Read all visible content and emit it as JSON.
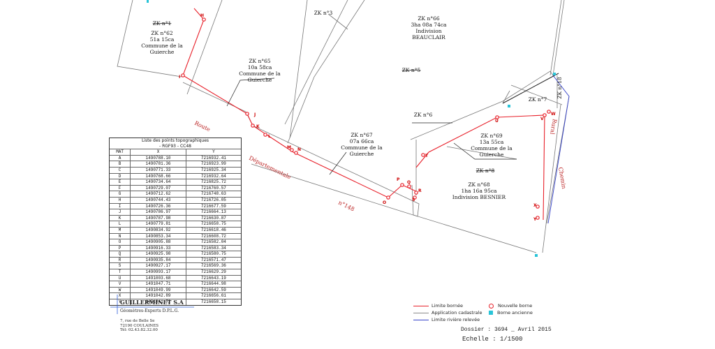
{
  "parcels": [
    {
      "id": "zk62",
      "name": "ZK n°62",
      "area": "51a 15ca",
      "owner_line1": "Commune de la",
      "owner_line2": "Guierche"
    },
    {
      "id": "zk65",
      "name": "ZK n°65",
      "area": "10a 58ca",
      "owner_line1": "Commune de la",
      "owner_line2": "Guierche"
    },
    {
      "id": "zk66",
      "name": "ZK n°66",
      "area": "3ha 08a 74ca",
      "owner_line1": "Indivision",
      "owner_line2": "BEAUCLAIR"
    },
    {
      "id": "zk67",
      "name": "ZK n°67",
      "area": "07a 66ca",
      "owner_line1": "Commune de la",
      "owner_line2": "Guierche"
    },
    {
      "id": "zk69",
      "name": "ZK n°69",
      "area": "13a 55ca",
      "owner_line1": "Commune de la",
      "owner_line2": "Guierche"
    },
    {
      "id": "zk68",
      "name": "ZK n°68",
      "area": "1ha 16a 95ca",
      "owner_line1": "Indivision BESNIER",
      "owner_line2": ""
    }
  ],
  "simple_labels": {
    "zk1": "ZK n°1",
    "zk3": "ZK n°3",
    "zk5": "ZK n°5",
    "zk6": "ZK n°6",
    "zk7": "ZK n°7",
    "zk8": "ZK n°8",
    "zk18": "ZK n°18"
  },
  "road_labels": {
    "route": "Route",
    "departementale": "Départementale",
    "number": "n°148",
    "chemin": "Chemin",
    "rural": "Rural"
  },
  "point_letters": [
    "H",
    "I",
    "J",
    "K",
    "L",
    "M",
    "N",
    "O",
    "P",
    "Q",
    "R",
    "S",
    "T",
    "U",
    "V",
    "W",
    "X",
    "Y"
  ],
  "points_table": {
    "title": "Liste des points topographiques",
    "subtitle": "- RGF93 - CC48",
    "headers": [
      "MAT",
      "X",
      "Y"
    ],
    "rows": [
      [
        "A",
        "1490788.10",
        "7216932.41"
      ],
      [
        "B",
        "1490781.36",
        "7216923.99"
      ],
      [
        "C",
        "1490771.33",
        "7216925.34"
      ],
      [
        "D",
        "1490768.66",
        "7216932.64"
      ],
      [
        "E",
        "1490734.64",
        "7216825.72"
      ],
      [
        "F",
        "1490729.07",
        "7216760.57"
      ],
      [
        "G",
        "1490712.62",
        "7216748.63"
      ],
      [
        "H",
        "1490744.43",
        "7216726.05"
      ],
      [
        "I",
        "1490726.36",
        "7216677.59"
      ],
      [
        "J",
        "1490786.97",
        "7216664.13"
      ],
      [
        "K",
        "1490787.98",
        "7216630.87"
      ],
      [
        "L",
        "1490779.81",
        "7216658.75"
      ],
      [
        "M",
        "1490834.92",
        "7216618.46"
      ],
      [
        "N",
        "1490853.34",
        "7216608.72"
      ],
      [
        "O",
        "1490905.88",
        "7216582.04"
      ],
      [
        "P",
        "1490916.33",
        "7216583.34"
      ],
      [
        "Q",
        "1490925.98",
        "7216580.75"
      ],
      [
        "R",
        "1490935.84",
        "7216571.47"
      ],
      [
        "S",
        "1490927.17",
        "7216569.36"
      ],
      [
        "T",
        "1490993.17",
        "7216629.29"
      ],
      [
        "U",
        "1491003.68",
        "7216643.19"
      ],
      [
        "V",
        "1491047.71",
        "7216644.98"
      ],
      [
        "W",
        "1491049.99",
        "7216642.59"
      ],
      [
        "X",
        "1491042.89",
        "7216656.61"
      ],
      [
        "Y",
        "1491041.72",
        "7216658.15"
      ]
    ]
  },
  "company": {
    "name": "GUILLERMINET S.A",
    "title": "Géomètres-Experts D.P.L.G.",
    "address1": "7, rue de Belle Se",
    "address2": "72190 COULAINES",
    "phone": "Tél:  02.43.82.32.00"
  },
  "legend": {
    "limite_bornee": "Limite bornée",
    "application_cadastrale": "Application cadastrale",
    "limite_riviere": "Limite rivière relevée",
    "nouvelle_borne": "Nouvelle borne",
    "borne_ancienne": "Borne ancienne"
  },
  "dossier": "Dossier  :  3694 _ Avril 2015",
  "echelle": "Echelle  :  1/1500",
  "colors": {
    "boundary": "#e8202a",
    "cadastral": "#8a8a8a",
    "river": "#3340c8",
    "old_marker": "#29c4d8"
  }
}
